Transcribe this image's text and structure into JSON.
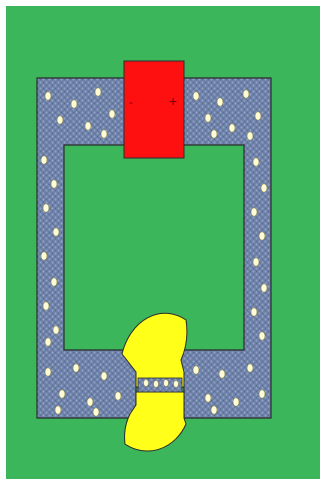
{
  "diagram": {
    "colors": {
      "background": "#3cb65a",
      "wire": "#6c7fa6",
      "wire_texture": "#8fa2c6",
      "wire_outline": "#2b2b2b",
      "battery": "#ff1010",
      "lamp": "#ffff1a",
      "electron": "#fffbd6",
      "electron_outline": "#8a8750"
    },
    "battery": {
      "negative_terminal": "-",
      "positive_terminal": "+"
    },
    "components": [
      "battery",
      "wire-loop",
      "light-bulb",
      "electrons"
    ]
  }
}
